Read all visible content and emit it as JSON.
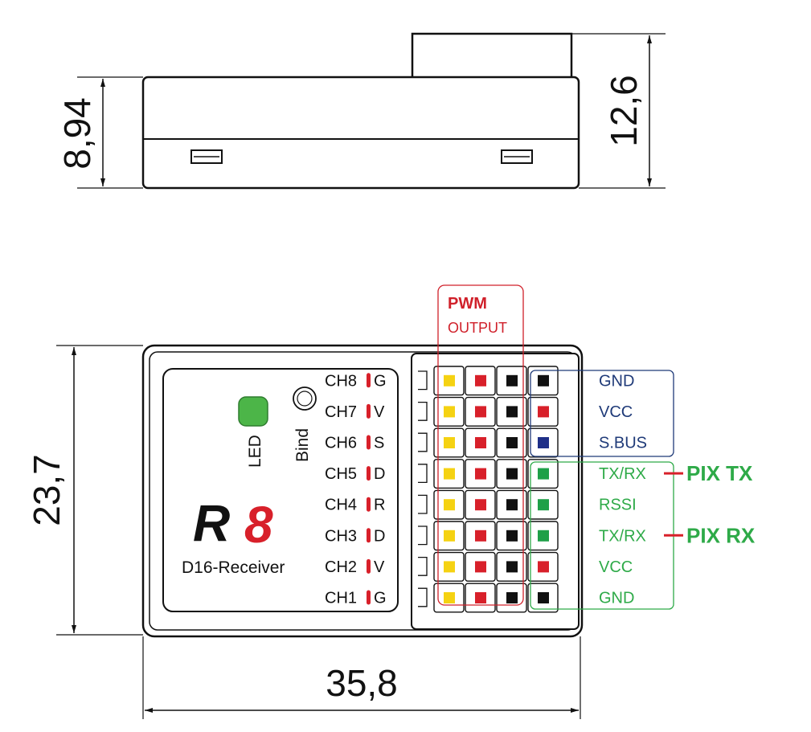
{
  "dimensions": {
    "side_height": "8,94",
    "total_height": "12,6",
    "top_height": "23,7",
    "top_width": "35,8"
  },
  "model": {
    "letter": "R",
    "number": "8"
  },
  "receiver_name": "D16-Receiver",
  "led_label": "LED",
  "bind_label": "Bind",
  "pwm": {
    "title": "PWM",
    "subtitle": "OUTPUT"
  },
  "channels": [
    {
      "label": "CH8",
      "letter": "G"
    },
    {
      "label": "CH7",
      "letter": "V"
    },
    {
      "label": "CH6",
      "letter": "S"
    },
    {
      "label": "CH5",
      "letter": "D"
    },
    {
      "label": "CH4",
      "letter": "R"
    },
    {
      "label": "CH3",
      "letter": "D"
    },
    {
      "label": "CH2",
      "letter": "V"
    },
    {
      "label": "CH1",
      "letter": "G"
    }
  ],
  "right_pins": [
    {
      "label": "GND",
      "group": "sbus",
      "pin_color": "black"
    },
    {
      "label": "VCC",
      "group": "sbus",
      "pin_color": "red"
    },
    {
      "label": "S.BUS",
      "group": "sbus",
      "pin_color": "blue"
    },
    {
      "label": "TX/RX",
      "group": "telemetry",
      "pin_color": "green",
      "connection": "PIX TX"
    },
    {
      "label": "RSSI",
      "group": "telemetry",
      "pin_color": "green"
    },
    {
      "label": "TX/RX",
      "group": "telemetry",
      "pin_color": "green",
      "connection": "PIX RX"
    },
    {
      "label": "VCC",
      "group": "telemetry",
      "pin_color": "red"
    },
    {
      "label": "GND",
      "group": "telemetry",
      "pin_color": "black"
    }
  ],
  "colors": {
    "pwm_accent": "#d0202a",
    "sbus_accent": "#1f3a78",
    "telemetry_accent": "#2eaa48",
    "led_green": "#4cb548",
    "pin_yellow": "#f5d212",
    "pin_red": "#d8202a",
    "pin_black": "#111111",
    "pin_blue": "#1f2f88",
    "pin_green": "#1fa048"
  }
}
